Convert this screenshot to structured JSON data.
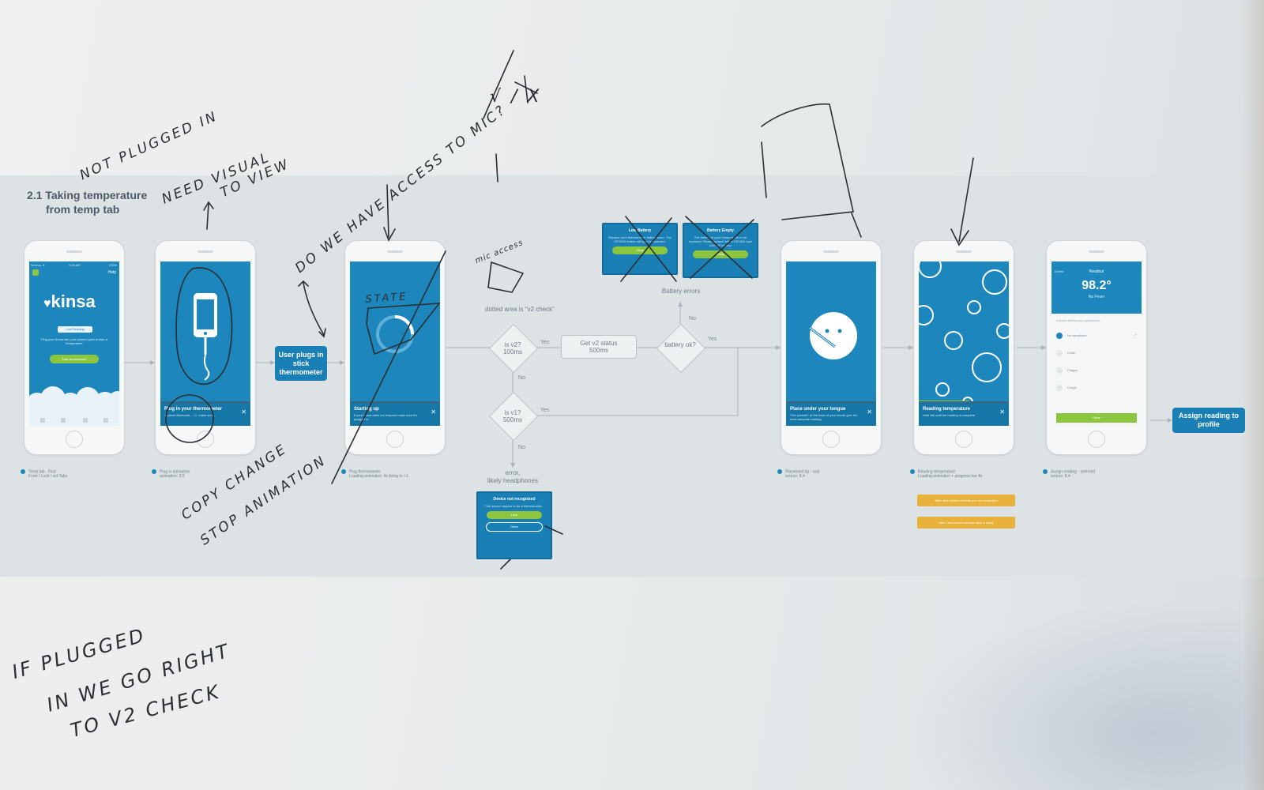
{
  "section": {
    "title_line1": "2.1 Taking temperature",
    "title_line2": "from temp tab"
  },
  "screens": {
    "home": {
      "brand": "kinsa",
      "status_carrier": "Verizon ✦",
      "status_time": "9:45 AM",
      "status_battery": "100%",
      "help": "Help",
      "pill": "Last Reading",
      "body": "Plug your Kinsa into your phone's jack to take a temperature",
      "button": "Take temperature",
      "caption": "Temp tab · First",
      "caption_sub": "From / Lock / set Tabs"
    },
    "plugin": {
      "title": "Plug in your thermometer",
      "sub": "1. plane Bluetooth... / 2. make sure...",
      "caption": "Plug in animation",
      "caption_sub": "animation: 3.0"
    },
    "startup": {
      "title": "Starting up",
      "sub": "If your Kinsa does not respond make sure it's plugged in",
      "caption": "Plug thermometer",
      "caption_sub": "Loading animation, 4x lining to +1"
    },
    "placement": {
      "title": "Place under your tongue",
      "sub": "\"Hot pockets\" at the back of your mouth give the most accurate reading",
      "caption": "Placement tip · oral",
      "caption_sub": "source: 8.4"
    },
    "reading": {
      "title": "Reading temperature",
      "sub": "Hold still until the reading is complete",
      "caption": "Reading temperature",
      "caption_sub": "Loading animation + progress bar 4x"
    },
    "result": {
      "temp": "98.2°",
      "status": "No Fever",
      "nav_left": "Delete",
      "nav_title": "Readout",
      "prompt": "Anyone feeling any symptoms?",
      "options": [
        "No symptoms",
        "Chills",
        "Fatigue",
        "Cough"
      ],
      "done": "Done",
      "caption": "Assign reading · selected",
      "caption_sub": "source: 8.4"
    }
  },
  "flow": {
    "user_plugs": "User plugs in stick thermometer",
    "dotted_note": "dotted area is \"v2 check\"",
    "is_v2": "is v2?",
    "is_v2_ms": "100ms",
    "is_v1": "is v1?",
    "is_v1_ms": "500ms",
    "get_v2": "Get v2 status",
    "get_v2_ms": "500ms",
    "battery": "battery ok?",
    "battery_errors": "Battery errors",
    "yes": "Yes",
    "no": "No",
    "error_line1": "error,",
    "error_line2": "likely headphones",
    "assign": "Assign reading to profile"
  },
  "dialogs": {
    "low_battery": {
      "title": "Low Battery",
      "body": "Replace your thermometer battery soon. The CR1632 button cell type is expected.",
      "button": "Okay"
    },
    "battery_empty": {
      "title": "Battery Empty",
      "body": "The battery in your Kinsa needs to be replaced. Please replace with a CR1632 type coin cell battery.",
      "button": "Okay"
    },
    "not_recognized": {
      "title": "Device not recognized",
      "body": "This doesn't appear to be a thermometer...",
      "button1": "Help",
      "button2": "Done"
    }
  },
  "orange_notes": [
    "After 4min phone reminds you no connection",
    "after 1min phone reminds stick is away"
  ],
  "handwriting": {
    "not_plugged": "NOT PLUGGED IN",
    "need_visual": "NEED VISUAL",
    "to_view": "TO VIEW",
    "do_we": "DO WE HAVE ACCESS TO MIC?",
    "check_x": "√ / X",
    "start": "STATE",
    "copy_change": "COPY CHANGE",
    "stop_animation": "STOP ANIMATION",
    "mic_access": "mic access",
    "if_plugged_1": "IF PLUGGED",
    "if_plugged_2": "IN WE GO RIGHT",
    "if_plugged_3": "TO V2 CHECK"
  },
  "colors": {
    "screen_blue": "#1c86bd",
    "accent_green": "#8cc63f",
    "orange": "#e8b23a",
    "ink": "#2b2f33"
  }
}
